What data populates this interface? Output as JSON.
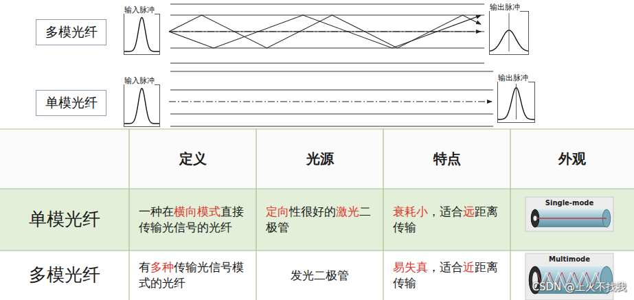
{
  "diagram": {
    "nodes": [
      {
        "text": [
          "多模光纤"
        ]
      },
      {
        "text": [
          "输入脉冲"
        ]
      },
      {
        "text": [
          "输出脉冲"
        ]
      },
      {
        "text": [
          "单模光纤"
        ]
      },
      {
        "text": [
          "输入脉冲"
        ]
      },
      {
        "text": [
          "输出脉冲"
        ]
      }
    ],
    "labels": [
      "定义",
      "光源",
      "特点",
      "外观",
      "单模光纤",
      "一种在",
      "横向模式",
      "直接传输光信号的光纤",
      "定向",
      "性很好的",
      "激光",
      "二极管",
      "衰耗小",
      "，适合",
      "远",
      "距离传输",
      "Single-mode",
      "多模光纤",
      "有",
      "多种",
      "传输光信号模式的光纤",
      "发光二极管",
      "易失真",
      "，适合",
      "近",
      "距离传输",
      "Multimode",
      "CSDN @上火不找我"
    ]
  }
}
